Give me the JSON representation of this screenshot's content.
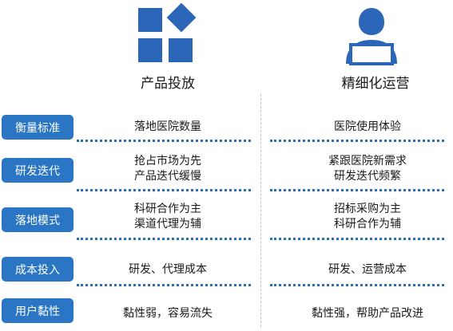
{
  "colors": {
    "accent": "#2a76c4",
    "icon": "#2c66b8",
    "dots": "#2a6fb4"
  },
  "icons": {
    "left": "blocks-icon",
    "right": "user-laptop-icon"
  },
  "columns": {
    "left": "产品投放",
    "right": "精细化运营"
  },
  "rows": [
    {
      "label": "衡量标准",
      "left": [
        "落地医院数量"
      ],
      "right": [
        "医院使用体验"
      ]
    },
    {
      "label": "研发迭代",
      "left": [
        "抢占市场为先",
        "产品迭代缓慢"
      ],
      "right": [
        "紧跟医院新需求",
        "研发迭代频繁"
      ]
    },
    {
      "label": "落地模式",
      "left": [
        "科研合作为主",
        "渠道代理为辅"
      ],
      "right": [
        "招标采购为主",
        "科研合作为辅"
      ]
    },
    {
      "label": "成本投入",
      "left": [
        "研发、代理成本"
      ],
      "right": [
        "研发、运营成本"
      ]
    },
    {
      "label": "用户黏性",
      "left": [
        "黏性弱，容易流失"
      ],
      "right": [
        "黏性强，帮助产品改进"
      ]
    }
  ]
}
